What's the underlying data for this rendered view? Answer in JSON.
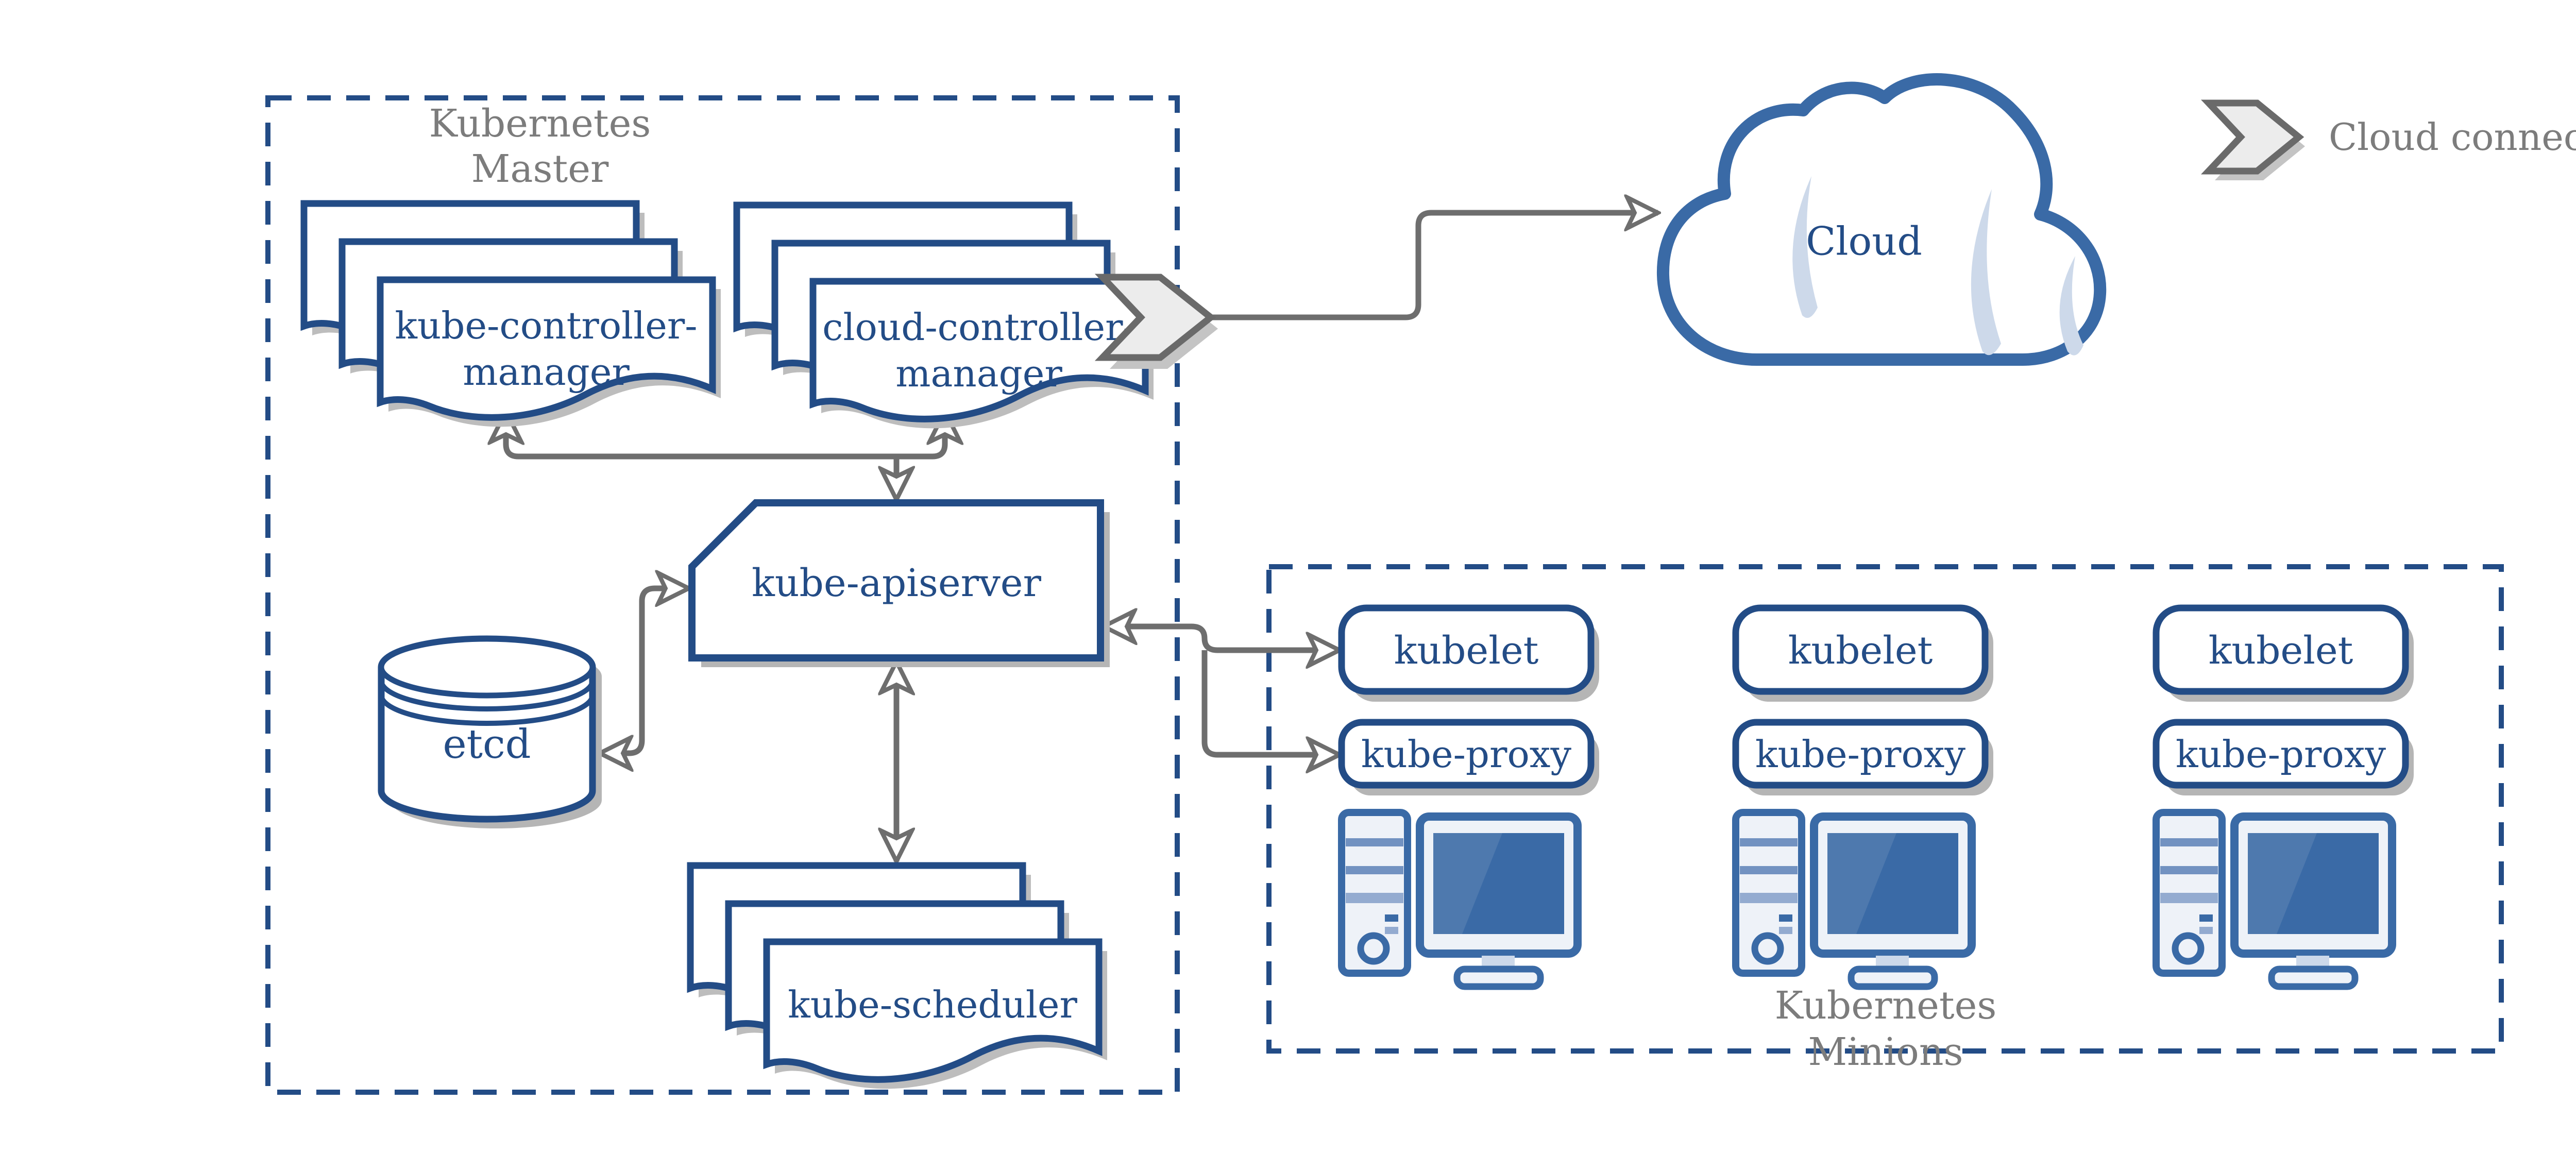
{
  "colors": {
    "primary_blue": "#234c86",
    "icon_blue": "#3a6aa6",
    "light_blue": "#cdd9ea",
    "gray_text": "#7c7c7c",
    "arrow_gray": "#6e6e6e",
    "shadow_gray": "#bdbdbd",
    "chevron_fill": "#ececec"
  },
  "master": {
    "title_line1": "Kubernetes",
    "title_line2": "Master",
    "kube_controller_manager": {
      "line1": "kube-controller-",
      "line2": "manager"
    },
    "cloud_controller_manager": {
      "line1": "cloud-controller-",
      "line2": "manager"
    },
    "kube_apiserver": "kube-apiserver",
    "etcd": "etcd",
    "kube_scheduler": "kube-scheduler"
  },
  "cloud": {
    "label": "Cloud"
  },
  "legend": {
    "label": "Cloud connector"
  },
  "minions": {
    "title_line1": "Kubernetes",
    "title_line2": "Minions",
    "columns": [
      {
        "kubelet": "kubelet",
        "kube_proxy": "kube-proxy"
      },
      {
        "kubelet": "kubelet",
        "kube_proxy": "kube-proxy"
      },
      {
        "kubelet": "kubelet",
        "kube_proxy": "kube-proxy"
      }
    ]
  }
}
